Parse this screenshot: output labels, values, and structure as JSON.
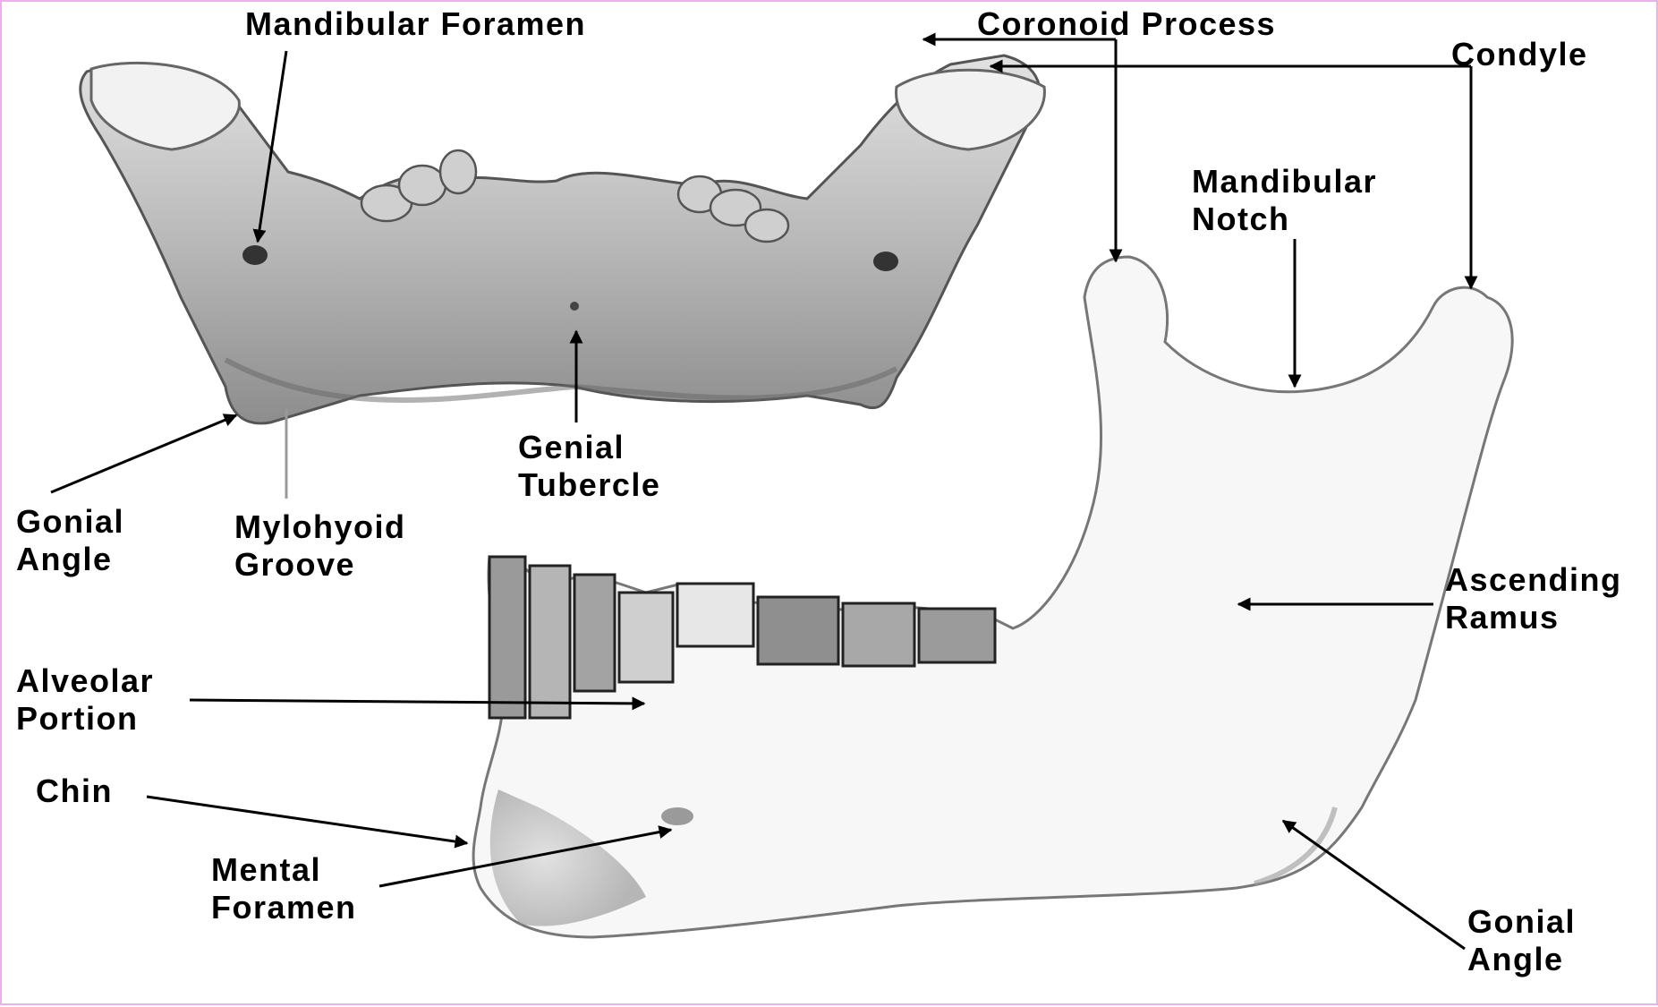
{
  "labels": {
    "mandibular_foramen": "Mandibular Foramen",
    "coronoid_process": "Coronoid Process",
    "condyle": "Condyle",
    "mandibular_notch": [
      "Mandibular",
      "Notch"
    ],
    "genial_tubercle": [
      "Genial",
      "Tubercle"
    ],
    "gonial_angle_left": [
      "Gonial",
      "Angle"
    ],
    "mylohyoid_groove": [
      "Mylohyoid",
      "Groove"
    ],
    "ascending_ramus": [
      "Ascending",
      "Ramus"
    ],
    "alveolar_portion": [
      "Alveolar",
      "Portion"
    ],
    "chin": "Chin",
    "mental_foramen": [
      "Mental",
      "Foramen"
    ],
    "gonial_angle_right": [
      "Gonial",
      "Angle"
    ]
  },
  "colors": {
    "frame": "#e8b4e8",
    "bone_light": "#f7f7f7",
    "bone_mid": "#c8c8c8",
    "bone_dark": "#6e6e6e",
    "arrow": "#000000"
  }
}
